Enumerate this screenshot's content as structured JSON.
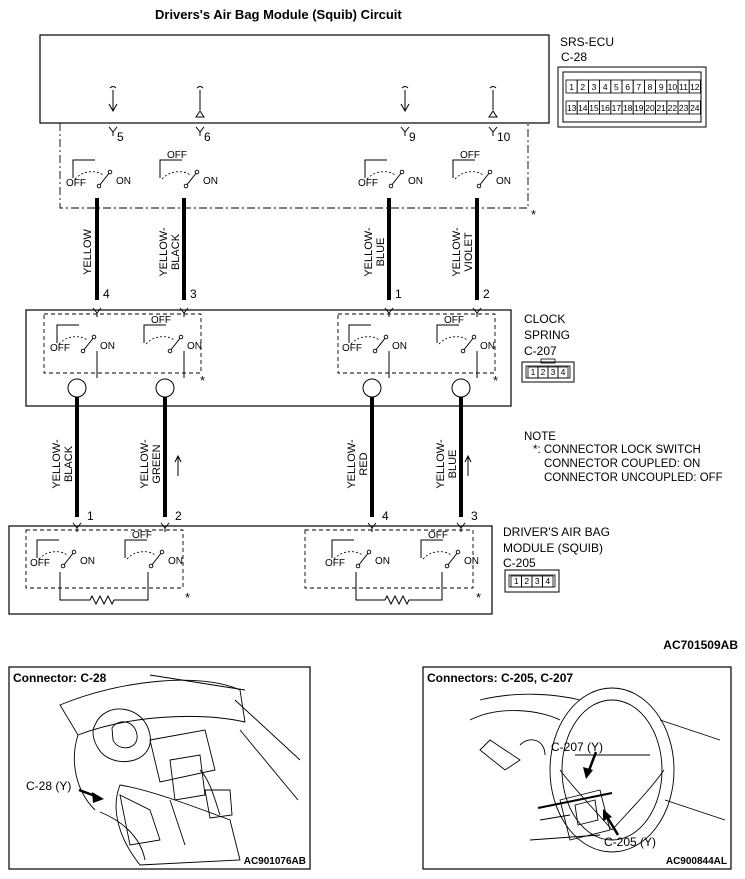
{
  "title": "Drivers's Air Bag Module (Squib) Circuit",
  "ecu": {
    "name": "SRS-ECU",
    "connector": "C-28",
    "top_pins": [
      "1",
      "2",
      "3",
      "4",
      "5",
      "6",
      "7",
      "8",
      "9",
      "10",
      "11",
      "12"
    ],
    "bottom_pins": [
      "13",
      "14",
      "15",
      "16",
      "17",
      "18",
      "19",
      "20",
      "21",
      "22",
      "23",
      "24"
    ],
    "pins_used": [
      "5",
      "6",
      "9",
      "10"
    ]
  },
  "clock_spring": {
    "name_line1": "CLOCK",
    "name_line2": "SPRING",
    "connector": "C-207",
    "pins_top": [
      "4",
      "3",
      "1",
      "2"
    ],
    "pins_face": [
      "1",
      "2",
      "3",
      "4"
    ]
  },
  "module": {
    "name_line1": "DRIVER'S AIR BAG",
    "name_line2": "MODULE (SQUIB)",
    "connector": "C-205",
    "pins": [
      "1",
      "2",
      "4",
      "3"
    ],
    "pins_face": [
      "1",
      "2",
      "3",
      "4"
    ]
  },
  "wires_upper": [
    {
      "line1": "YELLOW",
      "line2": ""
    },
    {
      "line1": "YELLOW-",
      "line2": "BLACK"
    },
    {
      "line1": "YELLOW-",
      "line2": "BLUE"
    },
    {
      "line1": "YELLOW-",
      "line2": "VIOLET"
    }
  ],
  "wires_lower": [
    {
      "line1": "YELLOW-",
      "line2": "BLACK"
    },
    {
      "line1": "YELLOW-",
      "line2": "GREEN"
    },
    {
      "line1": "YELLOW-",
      "line2": "RED"
    },
    {
      "line1": "YELLOW-",
      "line2": "BLUE"
    }
  ],
  "switch_labels": {
    "off": "OFF",
    "on": "ON",
    "asterisk": "*"
  },
  "note": {
    "heading": "NOTE",
    "line1": "*: CONNECTOR LOCK SWITCH",
    "line2": "CONNECTOR COUPLED: ON",
    "line3": "CONNECTOR UNCOUPLED: OFF"
  },
  "diagram_code": "AC701509AB",
  "panel_left": {
    "title": "Connector: C-28",
    "callout": "C-28 (Y)",
    "code": "AC901076AB"
  },
  "panel_right": {
    "title": "Connectors: C-205, C-207",
    "callout_top": "C-207 (Y)",
    "callout_bottom": "C-205 (Y)",
    "code": "AC900844AL"
  }
}
